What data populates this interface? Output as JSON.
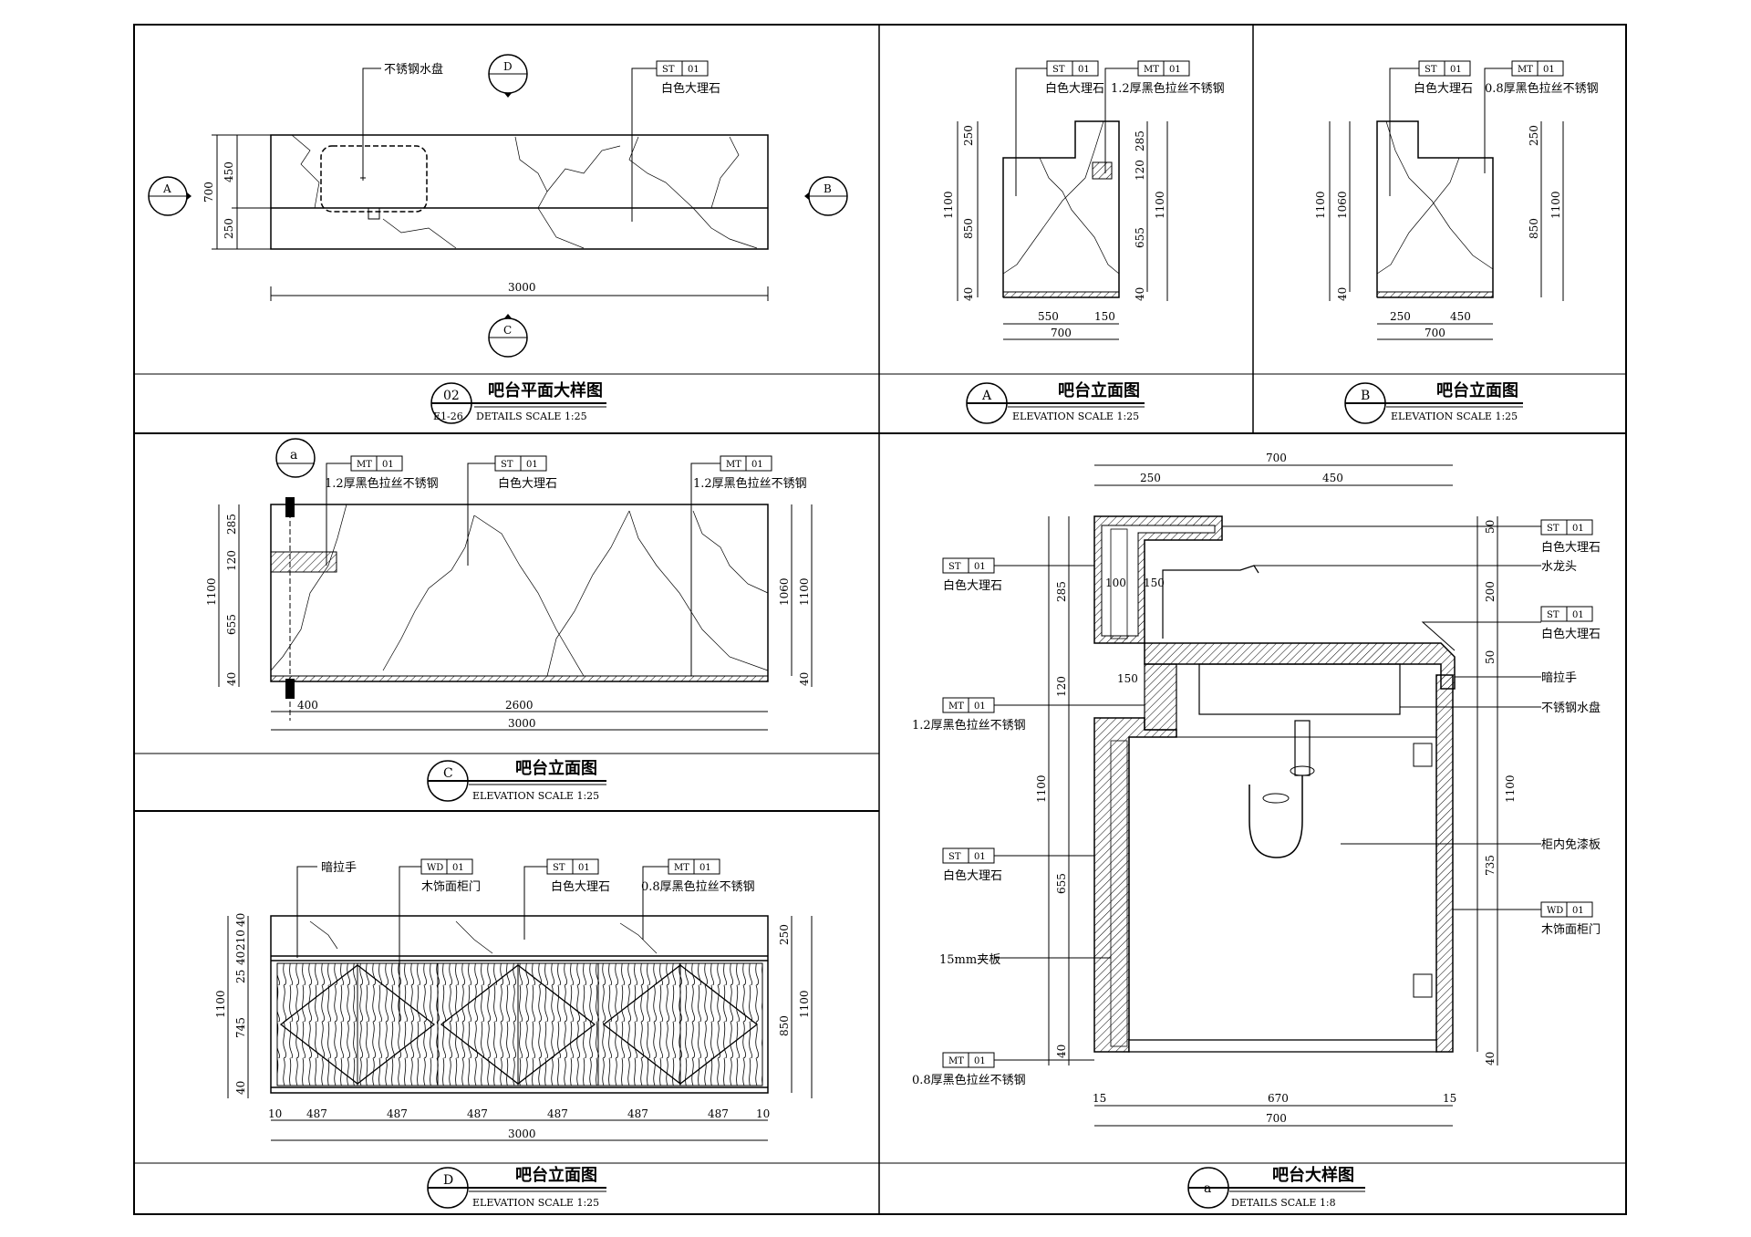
{
  "panels": {
    "plan": {
      "title": "吧台平面大样图",
      "drawing_no": "02",
      "sheet_ref": "E1-26",
      "caption": "DETAILS    SCALE  1:25",
      "label_sink": "不锈钢水盘",
      "tag_st": {
        "code": "ST",
        "num": "01",
        "text": "白色大理石"
      },
      "dims": {
        "total": "3000",
        "h_total": "700",
        "h_top": "450",
        "h_bottom": "250"
      },
      "markers": {
        "a": "A",
        "b": "B",
        "c": "C",
        "d": "D"
      }
    },
    "elev_a": {
      "title": "吧台立面图",
      "marker": "A",
      "caption": "ELEVATION  SCALE  1:25",
      "tag_st": {
        "code": "ST",
        "num": "01",
        "text": "白色大理石"
      },
      "tag_mt": {
        "code": "MT",
        "num": "01",
        "text": "1.2厚黑色拉丝不锈钢"
      },
      "dims": {
        "d250": "250",
        "d850": "850",
        "d1100l": "1100",
        "d285": "285",
        "d120": "120",
        "d655": "655",
        "d1100r": "1100",
        "d40a": "40",
        "d40b": "40",
        "w550": "550",
        "w150": "150",
        "w700": "700"
      }
    },
    "elev_b": {
      "title": "吧台立面图",
      "marker": "B",
      "caption": "ELEVATION  SCALE  1:25",
      "tag_st": {
        "code": "ST",
        "num": "01",
        "text": "白色大理石"
      },
      "tag_mt": {
        "code": "MT",
        "num": "01",
        "text": "0.8厚黑色拉丝不锈钢"
      },
      "dims": {
        "d1100": "1100",
        "d1060": "1060",
        "d40a": "40",
        "d250": "250",
        "d850": "850",
        "d1100r": "1100",
        "w250": "250",
        "w450": "450",
        "w700": "700"
      }
    },
    "elev_c": {
      "title": "吧台立面图",
      "marker": "C",
      "caption": "ELEVATION  SCALE  1:25",
      "section_marker": "a",
      "tag_mt1": {
        "code": "MT",
        "num": "01",
        "text": "1.2厚黑色拉丝不锈钢"
      },
      "tag_st": {
        "code": "ST",
        "num": "01",
        "text": "白色大理石"
      },
      "tag_mt2": {
        "code": "MT",
        "num": "01",
        "text": "1.2厚黑色拉丝不锈钢"
      },
      "dims": {
        "d285": "285",
        "d120": "120",
        "d655": "655",
        "d40": "40",
        "d1100": "1100",
        "d1060": "1060",
        "d1100r": "1100",
        "d40r": "40",
        "w400": "400",
        "w2600": "2600",
        "w3000": "3000"
      }
    },
    "elev_d": {
      "title": "吧台立面图",
      "marker": "D",
      "caption": "ELEVATION  SCALE  1:25",
      "label_handle": "暗拉手",
      "tag_wd": {
        "code": "WD",
        "num": "01",
        "text": "木饰面柜门"
      },
      "tag_st": {
        "code": "ST",
        "num": "01",
        "text": "白色大理石"
      },
      "tag_mt": {
        "code": "MT",
        "num": "01",
        "text": "0.8厚黑色拉丝不锈钢"
      },
      "dims": {
        "d40t": "40",
        "d210": "210",
        "d40m": "40",
        "d25": "25",
        "d745": "745",
        "d40b": "40",
        "d1100": "1100",
        "d250": "250",
        "d850": "850",
        "d1100r": "1100",
        "w10a": "10",
        "w487": "487",
        "w10b": "10",
        "w3000": "3000"
      }
    },
    "detail_a": {
      "title": "吧台大样图",
      "marker": "a",
      "caption": "DETAILS      SCALE   1:8",
      "left_tags": [
        {
          "code": "ST",
          "num": "01",
          "text": "白色大理石"
        },
        {
          "code": "MT",
          "num": "01",
          "text": "1.2厚黑色拉丝不锈钢"
        },
        {
          "code": "ST",
          "num": "01",
          "text": "白色大理石"
        },
        {
          "code": "MT",
          "num": "01",
          "text": "0.8厚黑色拉丝不锈钢"
        }
      ],
      "label_plywood": "15mm夹板",
      "right_labels": {
        "st_top": {
          "code": "ST",
          "num": "01",
          "text": "白色大理石"
        },
        "faucet": "水龙头",
        "st_mid": {
          "code": "ST",
          "num": "01",
          "text": "白色大理石"
        },
        "handle": "暗拉手",
        "sink": "不锈钢水盘",
        "cabinet": "柜内免漆板",
        "wd": {
          "code": "WD",
          "num": "01",
          "text": "木饰面柜门"
        }
      },
      "dims": {
        "w700t": "700",
        "w250": "250",
        "w450": "450",
        "d100": "100",
        "d150a": "150",
        "d150b": "150",
        "d285": "285",
        "d120": "120",
        "d1100l": "1100",
        "d655": "655",
        "d40l": "40",
        "d50a": "50",
        "d200": "200",
        "d50b": "50",
        "d1100r": "1100",
        "d735": "735",
        "d40r": "40",
        "w15a": "15",
        "w670": "670",
        "w15b": "15",
        "w700b": "700"
      }
    }
  }
}
